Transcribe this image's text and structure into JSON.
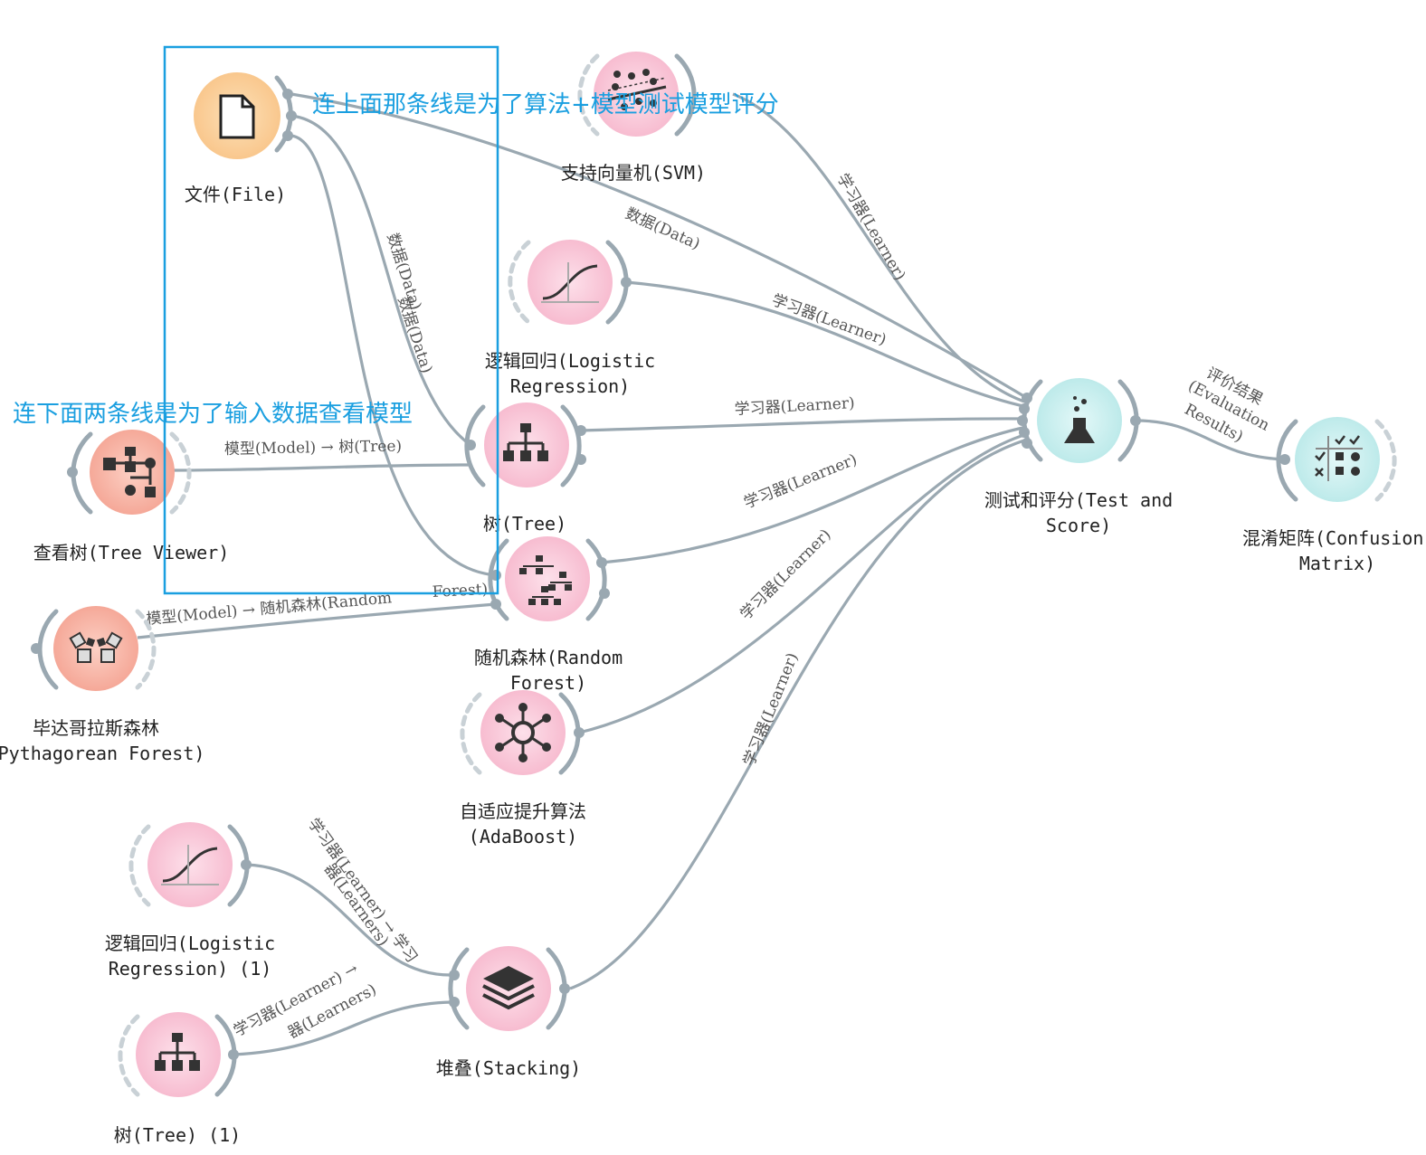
{
  "annotations": {
    "top": "连上面那条线是为了算法+模型测试模型评分",
    "bottom": "连下面两条线是为了输入数据查看模型"
  },
  "nodes": {
    "file": "文件(File)",
    "svm": "支持向量机(SVM)",
    "logistic_1": "逻辑回归(Logistic",
    "logistic_2": "Regression)",
    "tree": "树(Tree)",
    "tree_viewer": "查看树(Tree Viewer)",
    "random_forest_1": "随机森林(Random",
    "random_forest_2": "Forest)",
    "pythagorean_1": "毕达哥拉斯森林",
    "pythagorean_2": "(Pythagorean Forest)",
    "adaboost_1": "自适应提升算法",
    "adaboost_2": "(AdaBoost)",
    "test_score_1": "测试和评分(Test and",
    "test_score_2": "Score)",
    "confusion_1": "混淆矩阵(Confusion",
    "confusion_2": "Matrix)",
    "logistic1_1": "逻辑回归(Logistic",
    "logistic1_2": "Regression) (1)",
    "stacking": "堆叠(Stacking)",
    "tree1": "树(Tree) (1)"
  },
  "links": {
    "file_test_data": "数据(Data)",
    "file_tree_data": "数据(Data)",
    "file_rf_data": "数据(Data)",
    "svm_learner": "学习器(Learner)",
    "logistic_learner": "学习器(Learner)",
    "tree_learner": "学习器(Learner)",
    "rf_learner": "学习器(Learner)",
    "ada_learner": "学习器(Learner)",
    "stacking_learner": "学习器(Learner)",
    "tree_model": "模型(Model) → 树(Tree)",
    "rf_model_a": "模型(Model) → 随机森林(Random",
    "rf_model_b": "Forest)",
    "eval_1": "评价结果",
    "eval_2": "(Evaluation",
    "eval_3": "Results)",
    "stack_lr_1": "学习器(Learner) → 学习",
    "stack_lr_2": "器(Learners)",
    "stack_tree_1": "学习器(Learner) →",
    "stack_tree_2": "器(Learners)"
  },
  "colors": {
    "link": "#9aa8b1",
    "annotation": "#1a9fe0",
    "data_node": "#fbd49e",
    "model_node": "#f9c9d9",
    "visualize_node": "#f7b2a4",
    "evaluate_node": "#c6eeee"
  }
}
